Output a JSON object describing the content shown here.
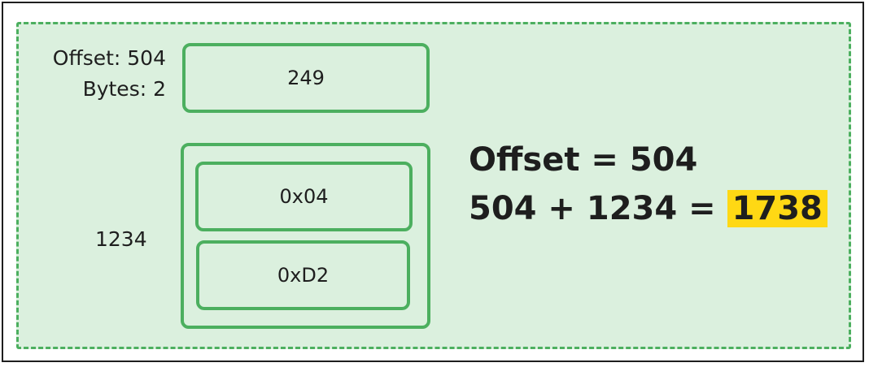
{
  "header": {
    "offset_label": "Offset: 504",
    "bytes_label": "Bytes: 2"
  },
  "length_box": {
    "value": "249"
  },
  "value_group": {
    "decimal_label": "1234",
    "byte_high": "0x04",
    "byte_low": "0xD2"
  },
  "formula": {
    "line1": "Offset = 504",
    "line2_prefix": "504 + 1234 = ",
    "result": "1738"
  },
  "colors": {
    "accent_green": "#4caf5f",
    "region_fill": "#dbf0de",
    "highlight": "#ffd814"
  }
}
